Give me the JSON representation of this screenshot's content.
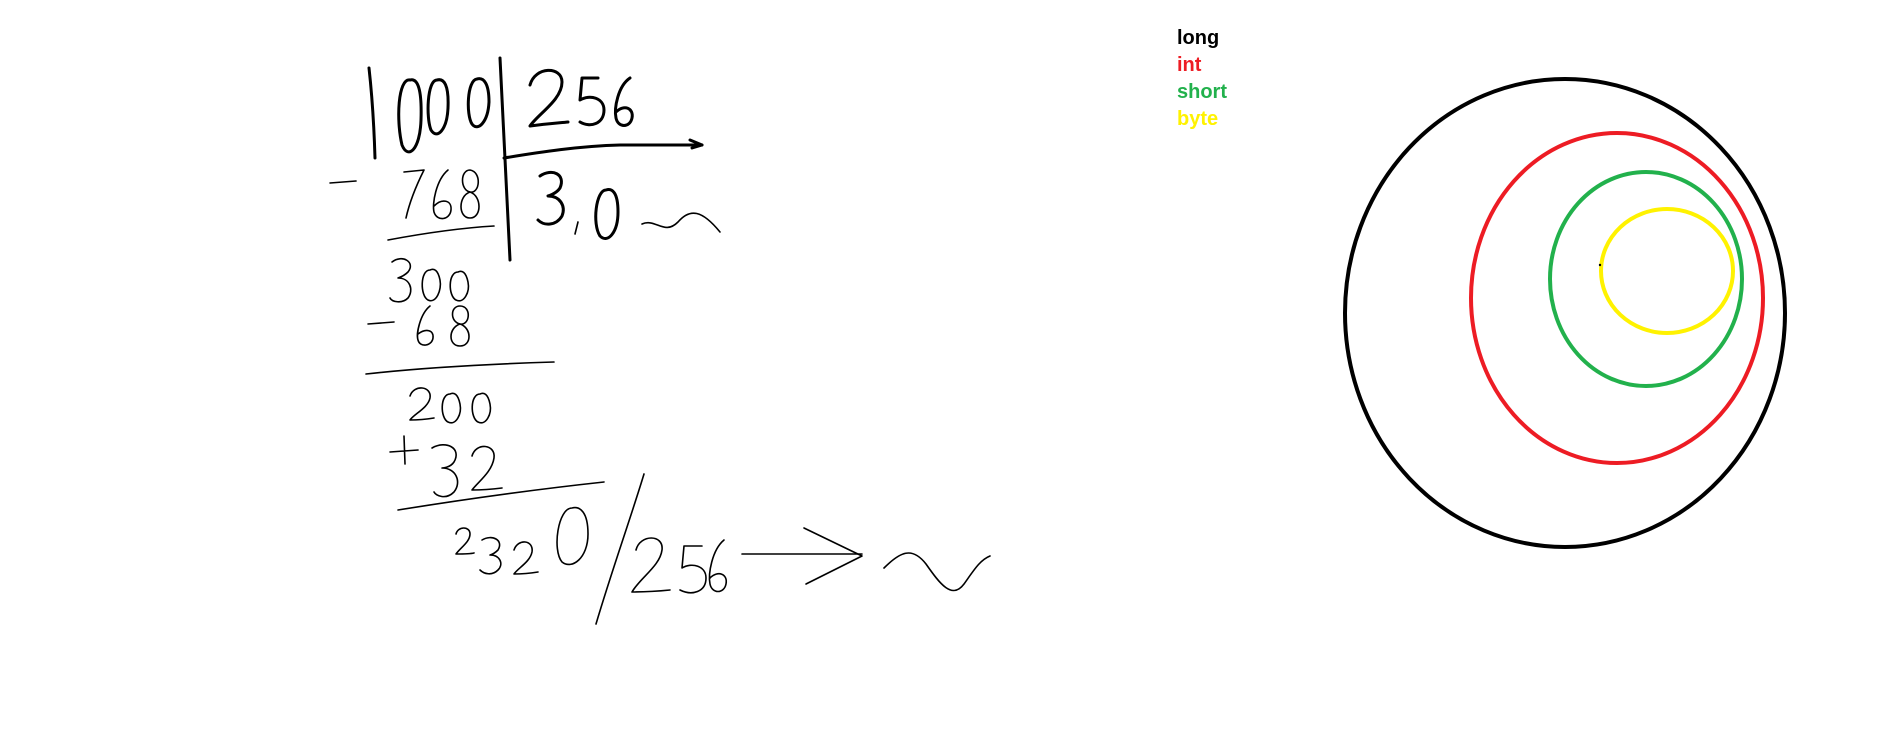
{
  "legend": [
    {
      "label": "long",
      "color": "#000000"
    },
    {
      "label": "int",
      "color": "#ED1C24"
    },
    {
      "label": "short",
      "color": "#22B14C"
    },
    {
      "label": "byte",
      "color": "#FFF200"
    }
  ],
  "handwriting": {
    "dividend": "1000",
    "divisor": "256",
    "first_subtrahend": "768",
    "quotient": "3,0",
    "remainder_1": "300",
    "subtract_2": "68",
    "remainder_2": "200",
    "add": "32",
    "result": "2320",
    "result_divisor": "256"
  },
  "colors": {
    "ink": "#000000"
  }
}
